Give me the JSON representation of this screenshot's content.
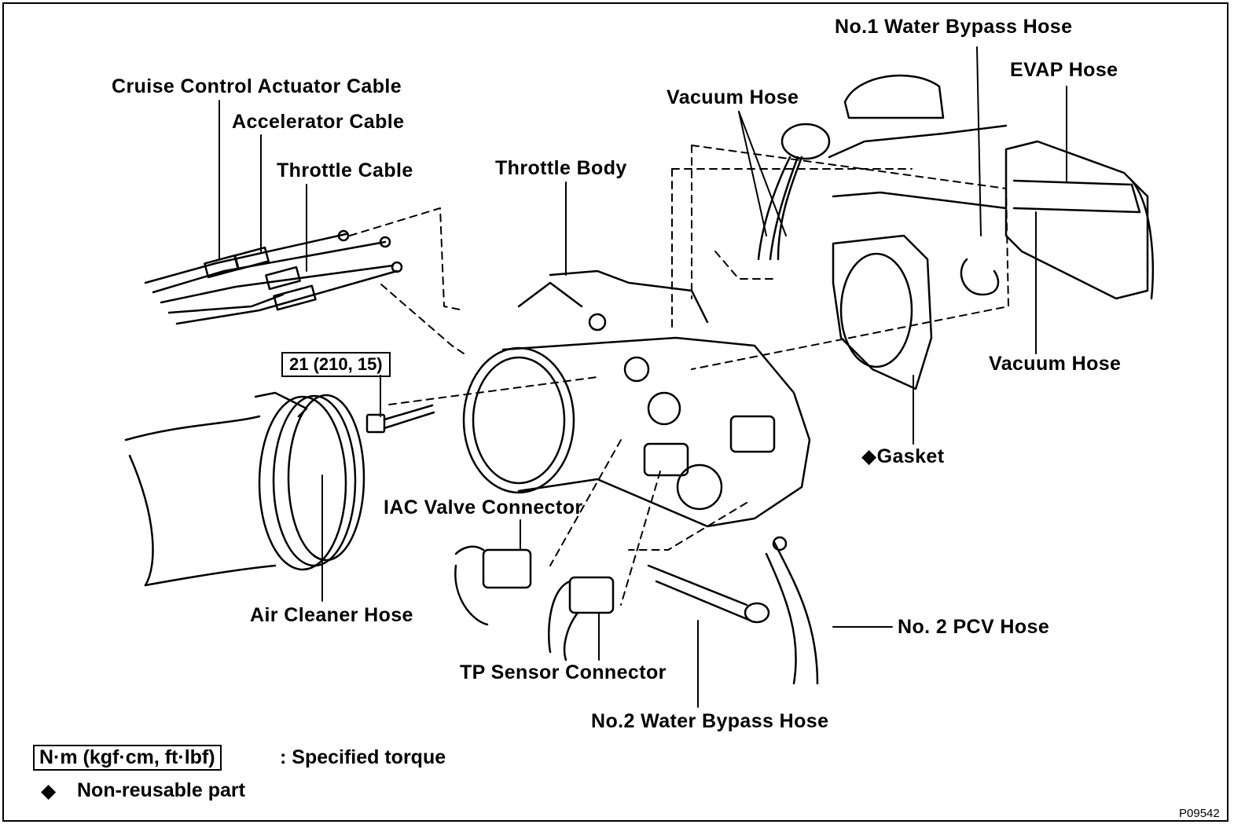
{
  "labels": {
    "no1_water_bypass_hose": "No.1 Water Bypass Hose",
    "evap_hose": "EVAP Hose",
    "cruise_cable": "Cruise Control Actuator Cable",
    "accelerator_cable": "Accelerator Cable",
    "throttle_cable": "Throttle Cable",
    "throttle_body": "Throttle Body",
    "vacuum_hose_top": "Vacuum Hose",
    "vacuum_hose_right": "Vacuum Hose",
    "gasket": "Gasket",
    "gasket_marker": "◆",
    "iac_connector": "IAC Valve Connector",
    "air_cleaner_hose": "Air Cleaner Hose",
    "tp_sensor_connector": "TP Sensor Connector",
    "no2_pcv_hose": "No. 2 PCV Hose",
    "no2_water_bypass_hose": "No.2 Water  Bypass Hose"
  },
  "torque": {
    "value": "21 (210, 15)"
  },
  "legend": {
    "torque_units": "N·m (kgf·cm, ft·lbf)",
    "torque_desc": ":  Specified torque",
    "nonreusable_symbol": "◆",
    "nonreusable_desc": "Non-reusable part"
  },
  "figure_code": "P09542"
}
